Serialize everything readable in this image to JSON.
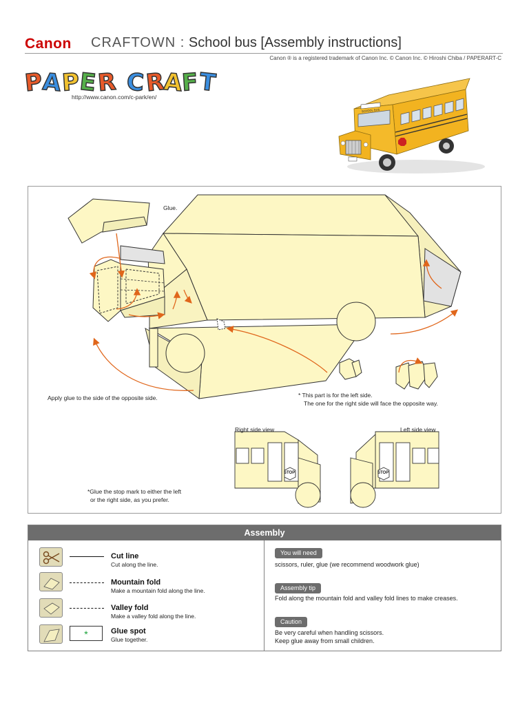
{
  "header": {
    "brand": "Canon",
    "site": "CRAFTOWN :",
    "title": "School bus [Assembly instructions]",
    "copyright": "Canon ® is a registered trademark of Canon Inc.  © Canon Inc.  © Hiroshi Chiba / PAPERART-C",
    "logo_text": "PAPER CRAFT",
    "url": "http://www.canon.com/c-park/en/"
  },
  "photo": {
    "bus_sign": "SCHOOL BUS"
  },
  "diagram": {
    "glue_label": "Glue.",
    "apply_glue": "Apply glue to the side of the opposite side.",
    "left_side_note_1": "* This part is for the left side.",
    "left_side_note_2": "The one for the right side will face the opposite way.",
    "right_view_label": "Right side view",
    "left_view_label": "Left side view",
    "stop_note_1": "*Glue the stop mark to either the left",
    "stop_note_2": "or the right side, as you prefer.",
    "stop_sign": "STOP"
  },
  "assembly": {
    "heading": "Assembly",
    "legend": [
      {
        "title": "Cut line",
        "desc": "Cut along the line.",
        "icon": "scissors-icon"
      },
      {
        "title": "Mountain fold",
        "desc": "Make a mountain fold along the line.",
        "icon": "mountain-fold-icon"
      },
      {
        "title": "Valley fold",
        "desc": "Make a valley fold along the line.",
        "icon": "valley-fold-icon"
      },
      {
        "title": "Glue spot",
        "desc": "Glue together.",
        "icon": "glue-icon",
        "mark": "*"
      }
    ],
    "you_will_need_label": "You will need",
    "you_will_need_text": "scissors, ruler, glue (we recommend woodwork glue)",
    "tip_label": "Assembly tip",
    "tip_text": "Fold along the mountain fold and valley fold lines to make creases.",
    "caution_label": "Caution",
    "caution_text_1": "Be very careful when handling scissors.",
    "caution_text_2": "Keep glue away from small children."
  },
  "colors": {
    "brand_red": "#cc0000",
    "paper_yellow": "#fdf7c4",
    "arrow_orange": "#e0661b",
    "header_gray": "#6d6d6d",
    "bus_yellow": "#f2b320"
  }
}
